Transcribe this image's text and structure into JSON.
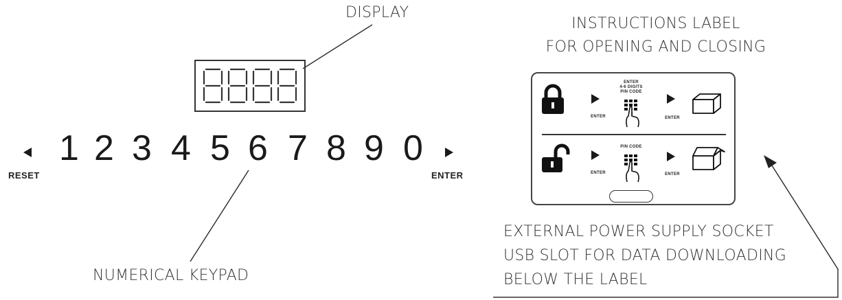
{
  "callouts": {
    "display": "DISPLAY",
    "instructions_line1": "INSTRUCTIONS LABEL",
    "instructions_line2": "FOR OPENING AND CLOSING",
    "keypad": "NUMERICAL KEYPAD",
    "socket_line1": "EXTERNAL POWER SUPPLY SOCKET",
    "socket_line2": "USB SLOT FOR DATA DOWNLOADING",
    "socket_line3": "BELOW THE LABEL"
  },
  "display": {
    "digits": "8888",
    "icon": "seven-segment-display"
  },
  "keypad": {
    "keys": [
      "1",
      "2",
      "3",
      "4",
      "5",
      "6",
      "7",
      "8",
      "9",
      "0"
    ],
    "reset_label": "RESET",
    "enter_label": "ENTER"
  },
  "panel": {
    "close_row": {
      "enter_1": "ENTER",
      "pin_line1": "ENTER",
      "pin_line2": "4-6 DIGITS",
      "pin_line3": "PIN CODE",
      "enter_2": "ENTER"
    },
    "open_row": {
      "enter_1": "ENTER",
      "pin_line1": "PIN CODE",
      "enter_2": "ENTER"
    },
    "icons": [
      "lock-closed-icon",
      "lock-open-icon",
      "arrow-right-icon",
      "keypad-hand-icon",
      "box-closed-icon",
      "box-open-icon"
    ]
  }
}
